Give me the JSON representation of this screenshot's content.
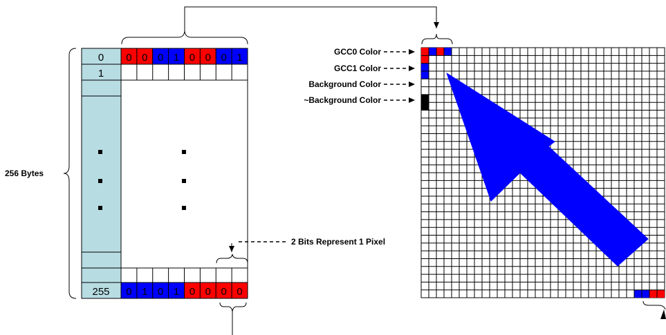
{
  "colors": {
    "red": "#ff0000",
    "blue": "#0000ff",
    "teal": "#b7dde3",
    "black": "#000000"
  },
  "memory": {
    "size_label": "256 Bytes",
    "row_first_index": "0",
    "row_second_index": "1",
    "row_last_index": "255",
    "row_first_bits": [
      "0",
      "0",
      "0",
      "1",
      "0",
      "0",
      "0",
      "1"
    ],
    "row_last_bits": [
      "0",
      "1",
      "0",
      "1",
      "0",
      "0",
      "0",
      "0"
    ],
    "row_first_bit_colors": [
      "red",
      "red",
      "blue",
      "blue",
      "red",
      "red",
      "blue",
      "blue"
    ],
    "row_last_bit_colors": [
      "blue",
      "blue",
      "blue",
      "blue",
      "red",
      "red",
      "red",
      "red"
    ]
  },
  "labels": {
    "gcc0": "GCC0 Color",
    "gcc1": "GCC1 Color",
    "background": "Background Color",
    "inverse_background": "~Background Color",
    "bits_per_pixel": "2 Bits Represent 1 Pixel"
  },
  "pixel_grid": {
    "columns": 32,
    "rows": 32,
    "top_left_pixels": [
      {
        "col": 0,
        "row": 0,
        "color": "red"
      },
      {
        "col": 1,
        "row": 0,
        "color": "blue"
      },
      {
        "col": 2,
        "row": 0,
        "color": "red"
      },
      {
        "col": 3,
        "row": 0,
        "color": "blue"
      },
      {
        "col": 0,
        "row": 1,
        "color": "red"
      },
      {
        "col": 0,
        "row": 2,
        "color": "blue"
      },
      {
        "col": 0,
        "row": 3,
        "color": "blue"
      },
      {
        "col": 0,
        "row": 6,
        "color": "black"
      },
      {
        "col": 0,
        "row": 7,
        "color": "black"
      }
    ],
    "bottom_right_pixels": [
      {
        "col": 28,
        "row": 31,
        "color": "blue"
      },
      {
        "col": 29,
        "row": 31,
        "color": "blue"
      },
      {
        "col": 30,
        "row": 31,
        "color": "red"
      },
      {
        "col": 31,
        "row": 31,
        "color": "red"
      }
    ]
  }
}
